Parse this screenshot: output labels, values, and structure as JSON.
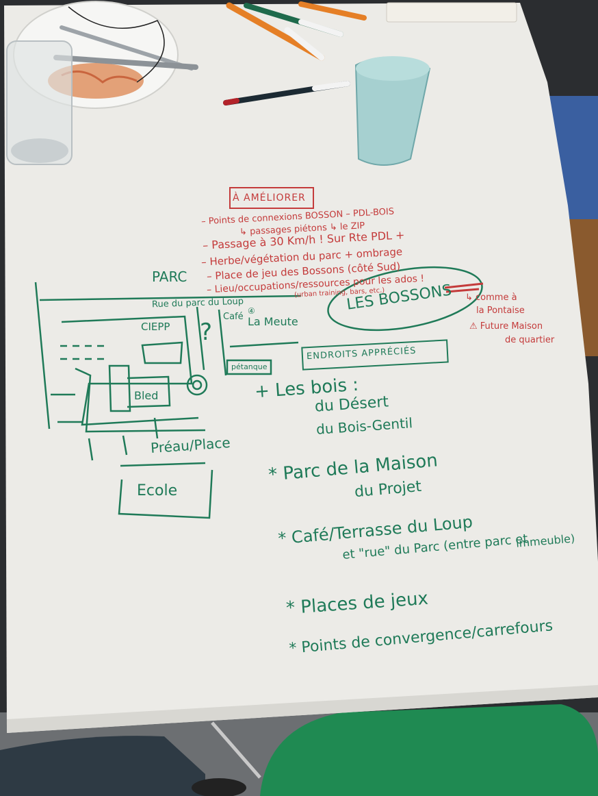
{
  "red_notes": {
    "heading": "À AMÉLIORER",
    "items": [
      "– Points de connexions BOSSON – PDL-BOIS",
      "↳ passages piétons ↳ le ZIP",
      "– Passage à 30 Km/h ! Sur Rte PDL +",
      "– Herbe/végétation du parc + ombrage",
      "– Place de jeu des Bossons (côté Sud)",
      "– Lieu/occupations/ressources pour les ados !",
      "(urban training, bars, etc.)"
    ],
    "side_notes": [
      "↳ comme à",
      "la Pontaise",
      "⚠ Future Maison",
      "de quartier"
    ]
  },
  "map": {
    "parc_label": "PARC",
    "street_label": "Rue du parc du Loup",
    "ciepp": "CIEPP",
    "question_mark": "?",
    "cafe": "Café",
    "cafe_number": "④",
    "la_meute": "La Meute",
    "petanque": "pétanque",
    "bled": "Bled",
    "preau": "Préau/Place",
    "ecole": "Ecole",
    "les_bossons": "LES BOSSONS"
  },
  "green_notes": {
    "heading": "ENDROITS APPRÉCIÉS",
    "items": [
      "+ Les bois :",
      "du Désert",
      "du Bois-Gentil",
      "* Parc de la Maison",
      "du Projet",
      "* Café/Terrasse du Loup",
      "et \"rue\" du Parc (entre parc et",
      "immeuble)",
      "* Places de jeux",
      "* Points de convergence/carrefours"
    ]
  },
  "colors": {
    "background": "#2b2d30",
    "paper": "#ecebe7",
    "ink_red": "#c43b3b",
    "ink_green": "#1f7a58",
    "chair_green": "#1f8a52"
  }
}
